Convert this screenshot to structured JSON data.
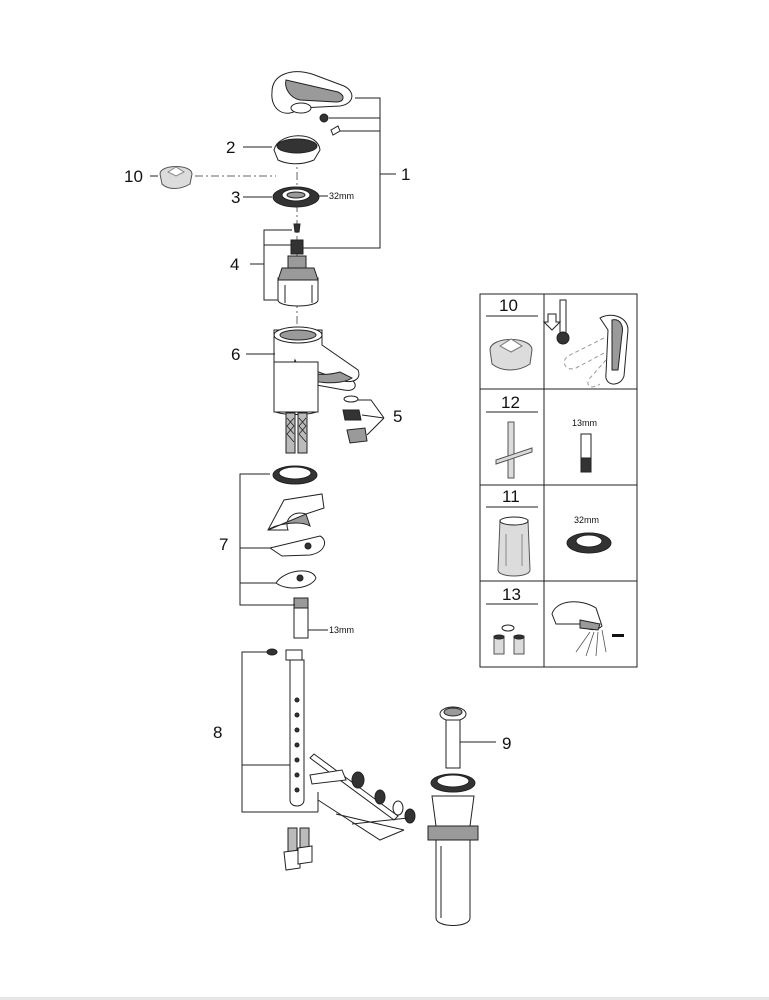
{
  "callouts": {
    "c1": "1",
    "c2": "2",
    "c3": "3",
    "c4": "4",
    "c5": "5",
    "c6": "6",
    "c7": "7",
    "c8": "8",
    "c9": "9",
    "c10": "10"
  },
  "dimensions": {
    "ring_3": "32mm",
    "nut_7": "13mm"
  },
  "legend": {
    "row1_number": "10",
    "row2_number": "12",
    "row2_dim": "13mm",
    "row3_number": "11",
    "row3_dim": "32mm",
    "row4_number": "13"
  },
  "colors": {
    "line": "#222222",
    "fill_dark": "#333333",
    "fill_mid": "#9a9a9a"
  }
}
